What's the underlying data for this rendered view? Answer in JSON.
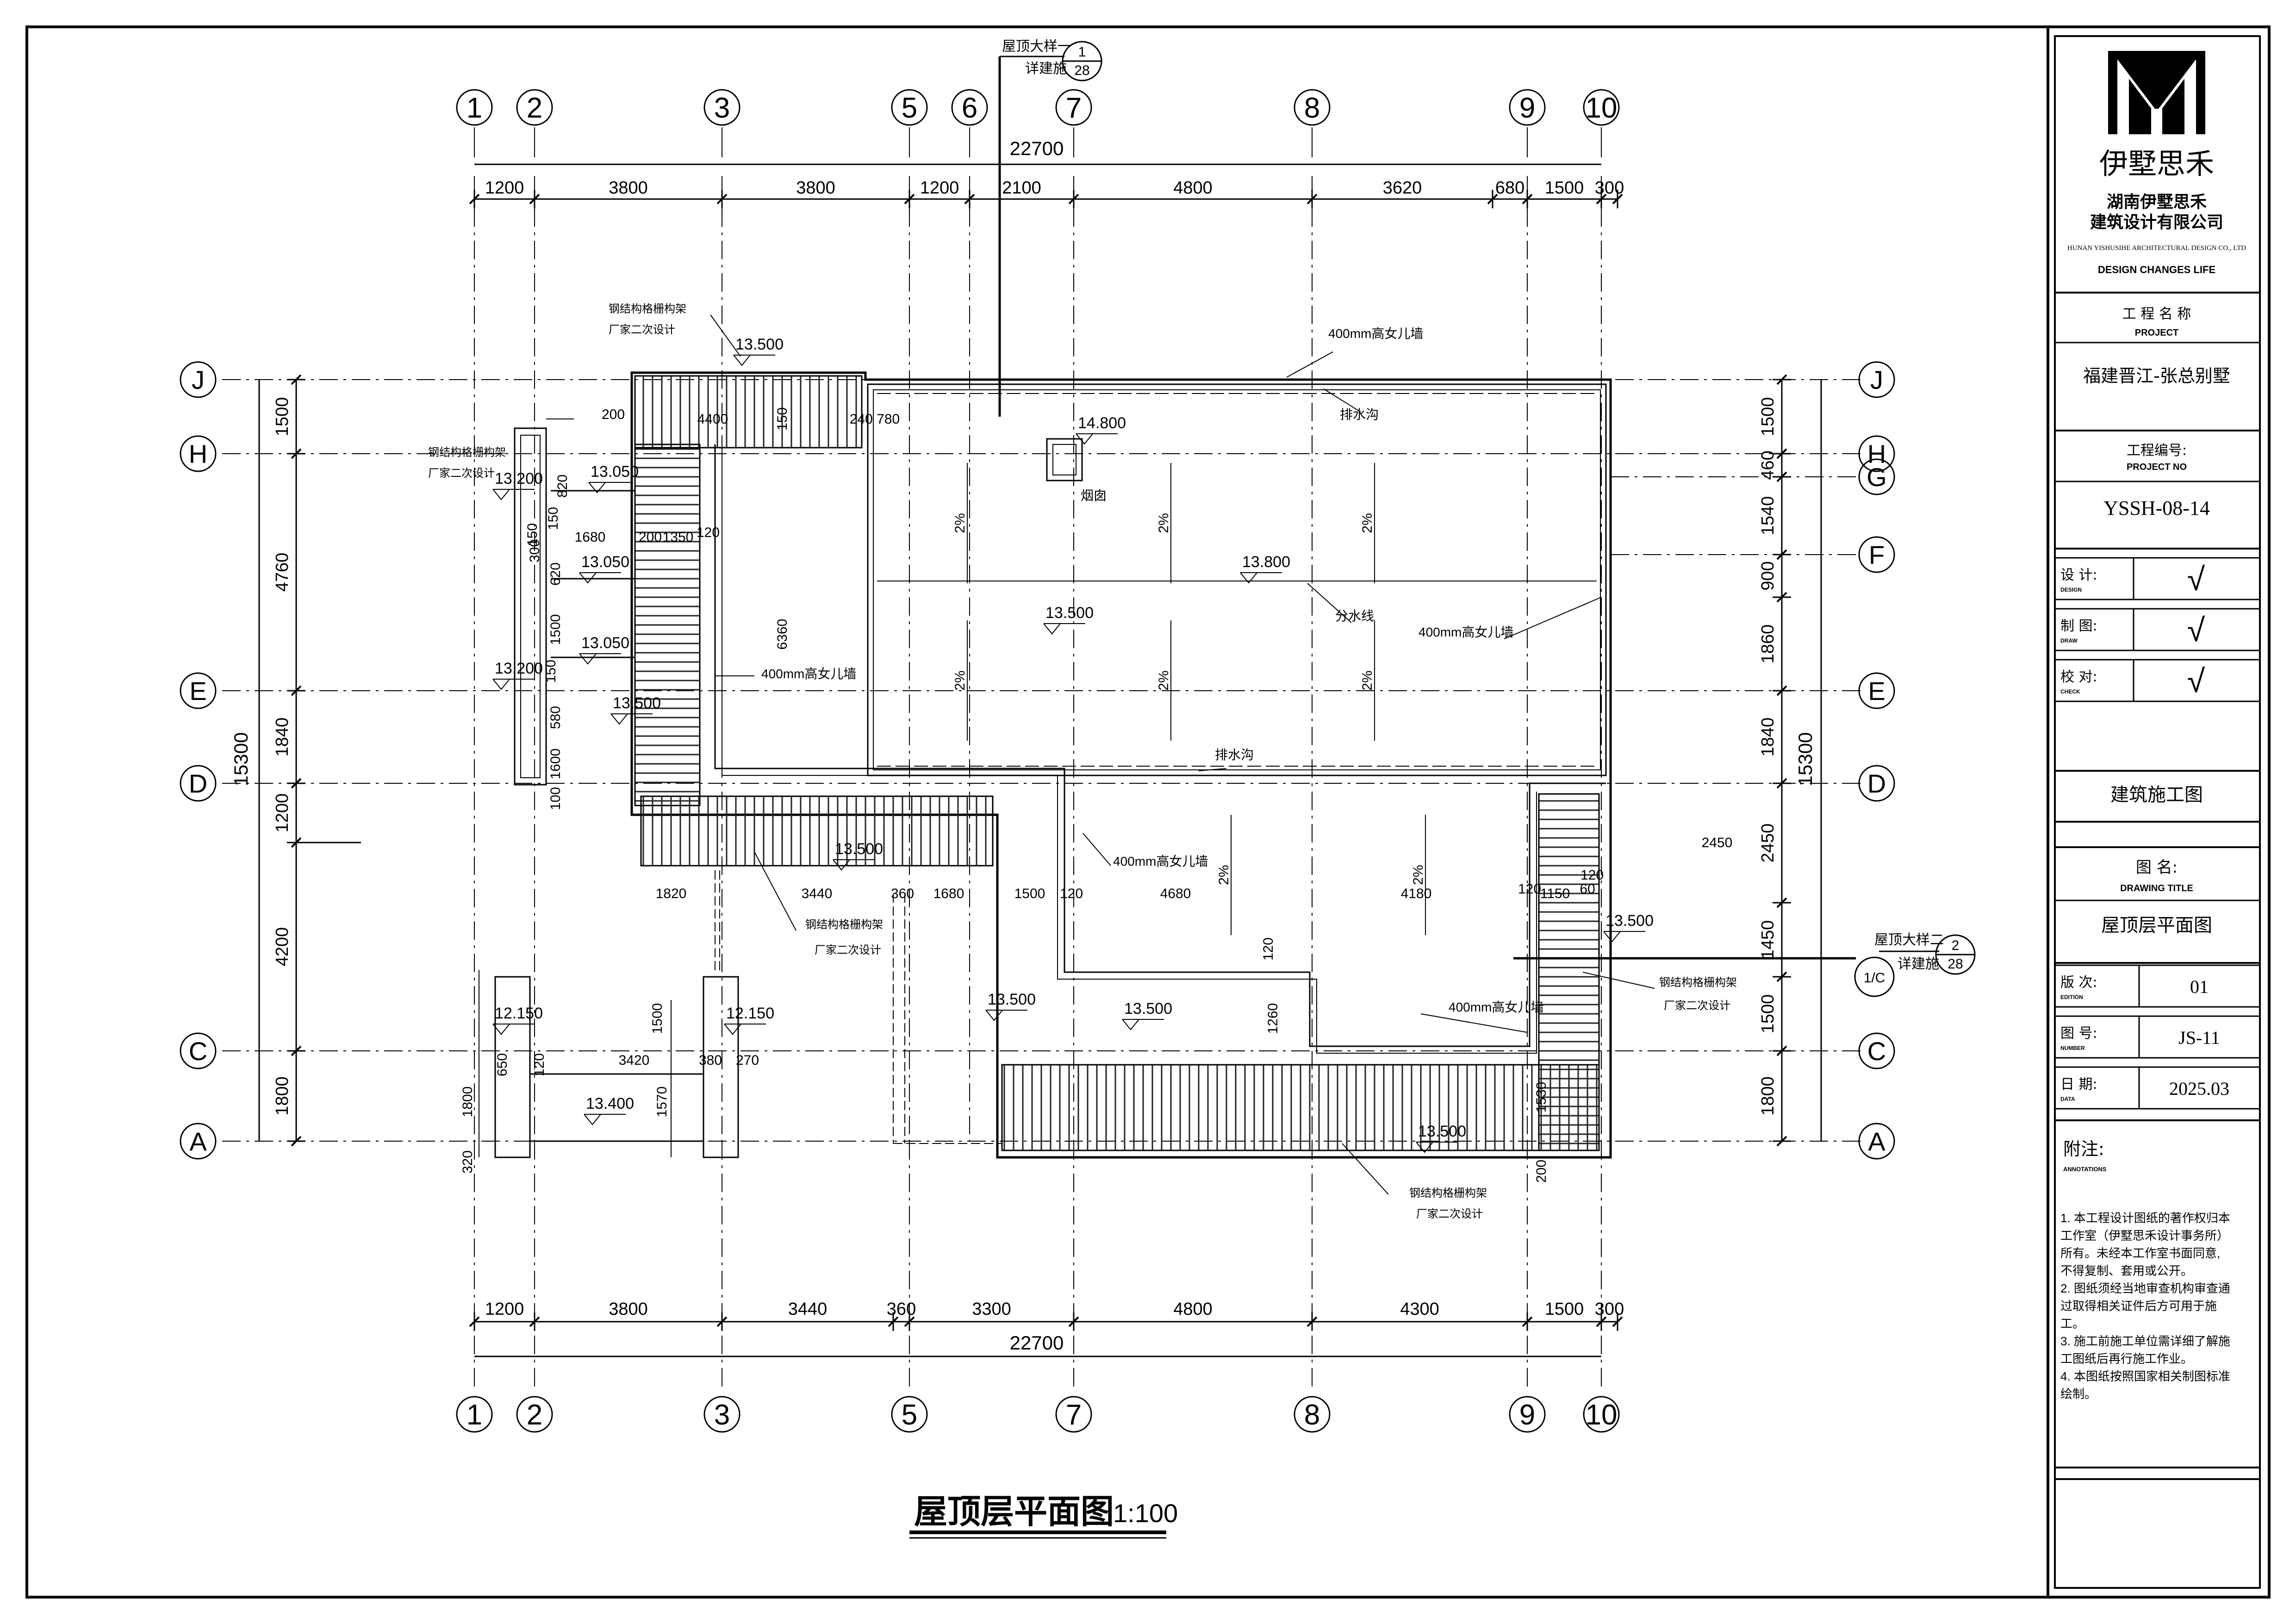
{
  "drawing": {
    "title": "屋顶层平面图",
    "scale": "1:100",
    "colors": {
      "line": "#000000",
      "hatch": "#222222",
      "dashed": "#555555"
    },
    "grid_x_labels": [
      "1",
      "2",
      "3",
      "5",
      "6",
      "7",
      "8",
      "9",
      "10"
    ],
    "grid_x_labels_bottom": [
      "1",
      "2",
      "3",
      "5",
      "7",
      "8",
      "9",
      "10"
    ],
    "grid_y_labels": [
      "J",
      "H",
      "E",
      "D",
      "C",
      "A"
    ],
    "grid_y_labels_right": [
      "J",
      "H",
      "G",
      "F",
      "E",
      "D",
      "C",
      "A"
    ],
    "top_total": "22700",
    "top_dims": [
      "1200",
      "3800",
      "3800",
      "1200",
      "2100",
      "4800",
      "3620",
      "680",
      "1500",
      "300"
    ],
    "bottom_total": "22700",
    "bottom_dims": [
      "1200",
      "3800",
      "3440",
      "360",
      "3300",
      "4800",
      "4300",
      "1500",
      "300"
    ],
    "left_total": "15300",
    "left_dims": [
      "1500",
      "4760",
      "1840",
      "1200",
      "4200",
      "1800"
    ],
    "right_total": "15300",
    "right_dims": [
      "1500",
      "460",
      "1540",
      "900",
      "1860",
      "1840",
      "2450",
      "1450",
      "1500",
      "1800"
    ],
    "detail_callout_1": {
      "label": "屋顶大样一",
      "sub": "详建施",
      "num": "1",
      "sheet": "28"
    },
    "detail_callout_2": {
      "label": "屋顶大样二",
      "sub": "详建施",
      "num": "2",
      "sheet": "28"
    },
    "detail_callout_c": "1/C",
    "elevations": [
      "13.500",
      "13.800",
      "14.800",
      "13.200",
      "13.050",
      "13.050",
      "13.050",
      "13.200",
      "13.500",
      "13.500",
      "13.500",
      "13.500",
      "13.500",
      "12.150",
      "12.150",
      "13.400",
      "13.500",
      "13.500"
    ],
    "notes": {
      "parapet": "400mm高女儿墙",
      "drain": "排水沟",
      "steel_frame": "钢结构格栅构架",
      "vendor": "厂家二次设计",
      "ridge": "分水线",
      "chimney": "烟囱",
      "slope": "2%"
    },
    "inner_dims": [
      "200",
      "4400",
      "150",
      "240 780",
      "1680",
      "200",
      "1350",
      "120",
      "6360",
      "1820",
      "3440",
      "360",
      "1680",
      "1500",
      "120",
      "4680",
      "4180",
      "120",
      "1150",
      "60",
      "120",
      "3420",
      "380",
      "270",
      "650",
      "120",
      "1570",
      "1500",
      "1800",
      "320",
      "2450",
      "1260",
      "120",
      "1530",
      "200",
      "150",
      "820",
      "150",
      "300",
      "620",
      "1500",
      "150",
      "580",
      "1600",
      "100"
    ]
  },
  "title_block": {
    "company_cn": "伊墅思禾",
    "company_full_1": "湖南伊墅思禾",
    "company_full_2": "建筑设计有限公司",
    "company_en": "HUNAN YISHUSIHE ARCHITECTURAL DESIGN CO., LTD",
    "slogan": "DESIGN CHANGES LIFE",
    "project_label": "工 程 名 称",
    "project_label_en": "PROJECT",
    "project_name": "福建晋江-张总别墅",
    "project_no_label": "工程编号:",
    "project_no_label_en": "PROJECT  NO",
    "project_no": "YSSH-08-14",
    "design_label": "设  计:",
    "design_label_en": "DESIGN",
    "draw_label": "制  图:",
    "draw_label_en": "DRAW",
    "check_label": "校  对:",
    "check_label_en": "CHECK",
    "checkmark": "√",
    "stage": "建筑施工图",
    "drawing_title_label": "图    名:",
    "drawing_title_label_en": "DRAWING  TITLE",
    "drawing_title": "屋顶层平面图",
    "edition_label": "版  次:",
    "edition_label_en": "EDITION",
    "edition": "01",
    "number_label": "图  号:",
    "number_label_en": "NUMBER",
    "number": "JS-11",
    "date_label": "日  期:",
    "date_label_en": "DATA",
    "date": "2025.03",
    "notes_label": "附注:",
    "notes_label_en": "ANNOTATIONS",
    "notes": [
      "1. 本工程设计图纸的著作权归本",
      "    工作室（伊墅思禾设计事务所）",
      "    所有。未经本工作室书面同意,",
      "    不得复制、套用或公开。",
      "2. 图纸须经当地审查机构审查通",
      "    过取得相关证件后方可用于施",
      "    工。",
      "3. 施工前施工单位需详细了解施",
      "    工图纸后再行施工作业。",
      "4. 本图纸按照国家相关制图标准",
      "    绘制。"
    ]
  }
}
